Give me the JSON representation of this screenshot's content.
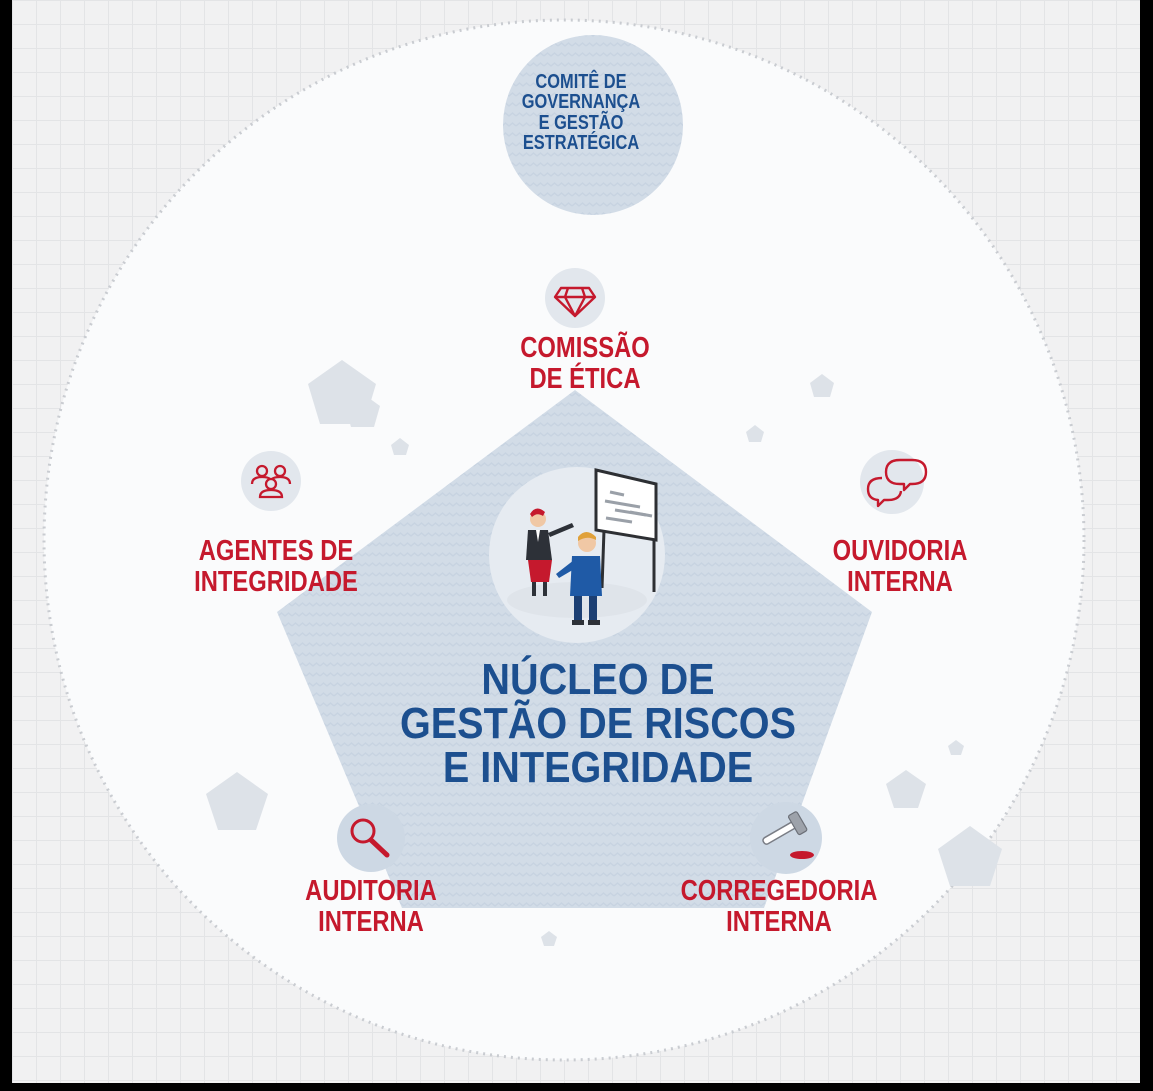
{
  "top_node": {
    "lines": [
      "COMITÊ DE",
      "GOVERNANÇA",
      "E GESTÃO",
      "ESTRATÉGICA"
    ]
  },
  "center_node": {
    "lines": [
      "NÚCLEO DE",
      "GESTÃO DE RISCOS",
      "E INTEGRIDADE"
    ]
  },
  "nodes": {
    "etica": {
      "lines": [
        "COMISSÃO",
        "DE ÉTICA"
      ],
      "icon": "diamond-icon"
    },
    "agentes": {
      "lines": [
        "AGENTES DE",
        "INTEGRIDADE"
      ],
      "icon": "people-group-icon"
    },
    "ouvidoria": {
      "lines": [
        "OUVIDORIA",
        "INTERNA"
      ],
      "icon": "speech-bubbles-icon"
    },
    "auditoria": {
      "lines": [
        "AUDITORIA",
        "INTERNA"
      ],
      "icon": "magnifier-icon"
    },
    "corregedoria": {
      "lines": [
        "CORREGEDORIA",
        "INTERNA"
      ],
      "icon": "gavel-icon"
    }
  },
  "colors": {
    "red": "#c5192d",
    "blue": "#1c4f8f",
    "pentagon": "#d3dde8",
    "circle_fill": "#fafbfc",
    "background": "#f1f1f2"
  }
}
